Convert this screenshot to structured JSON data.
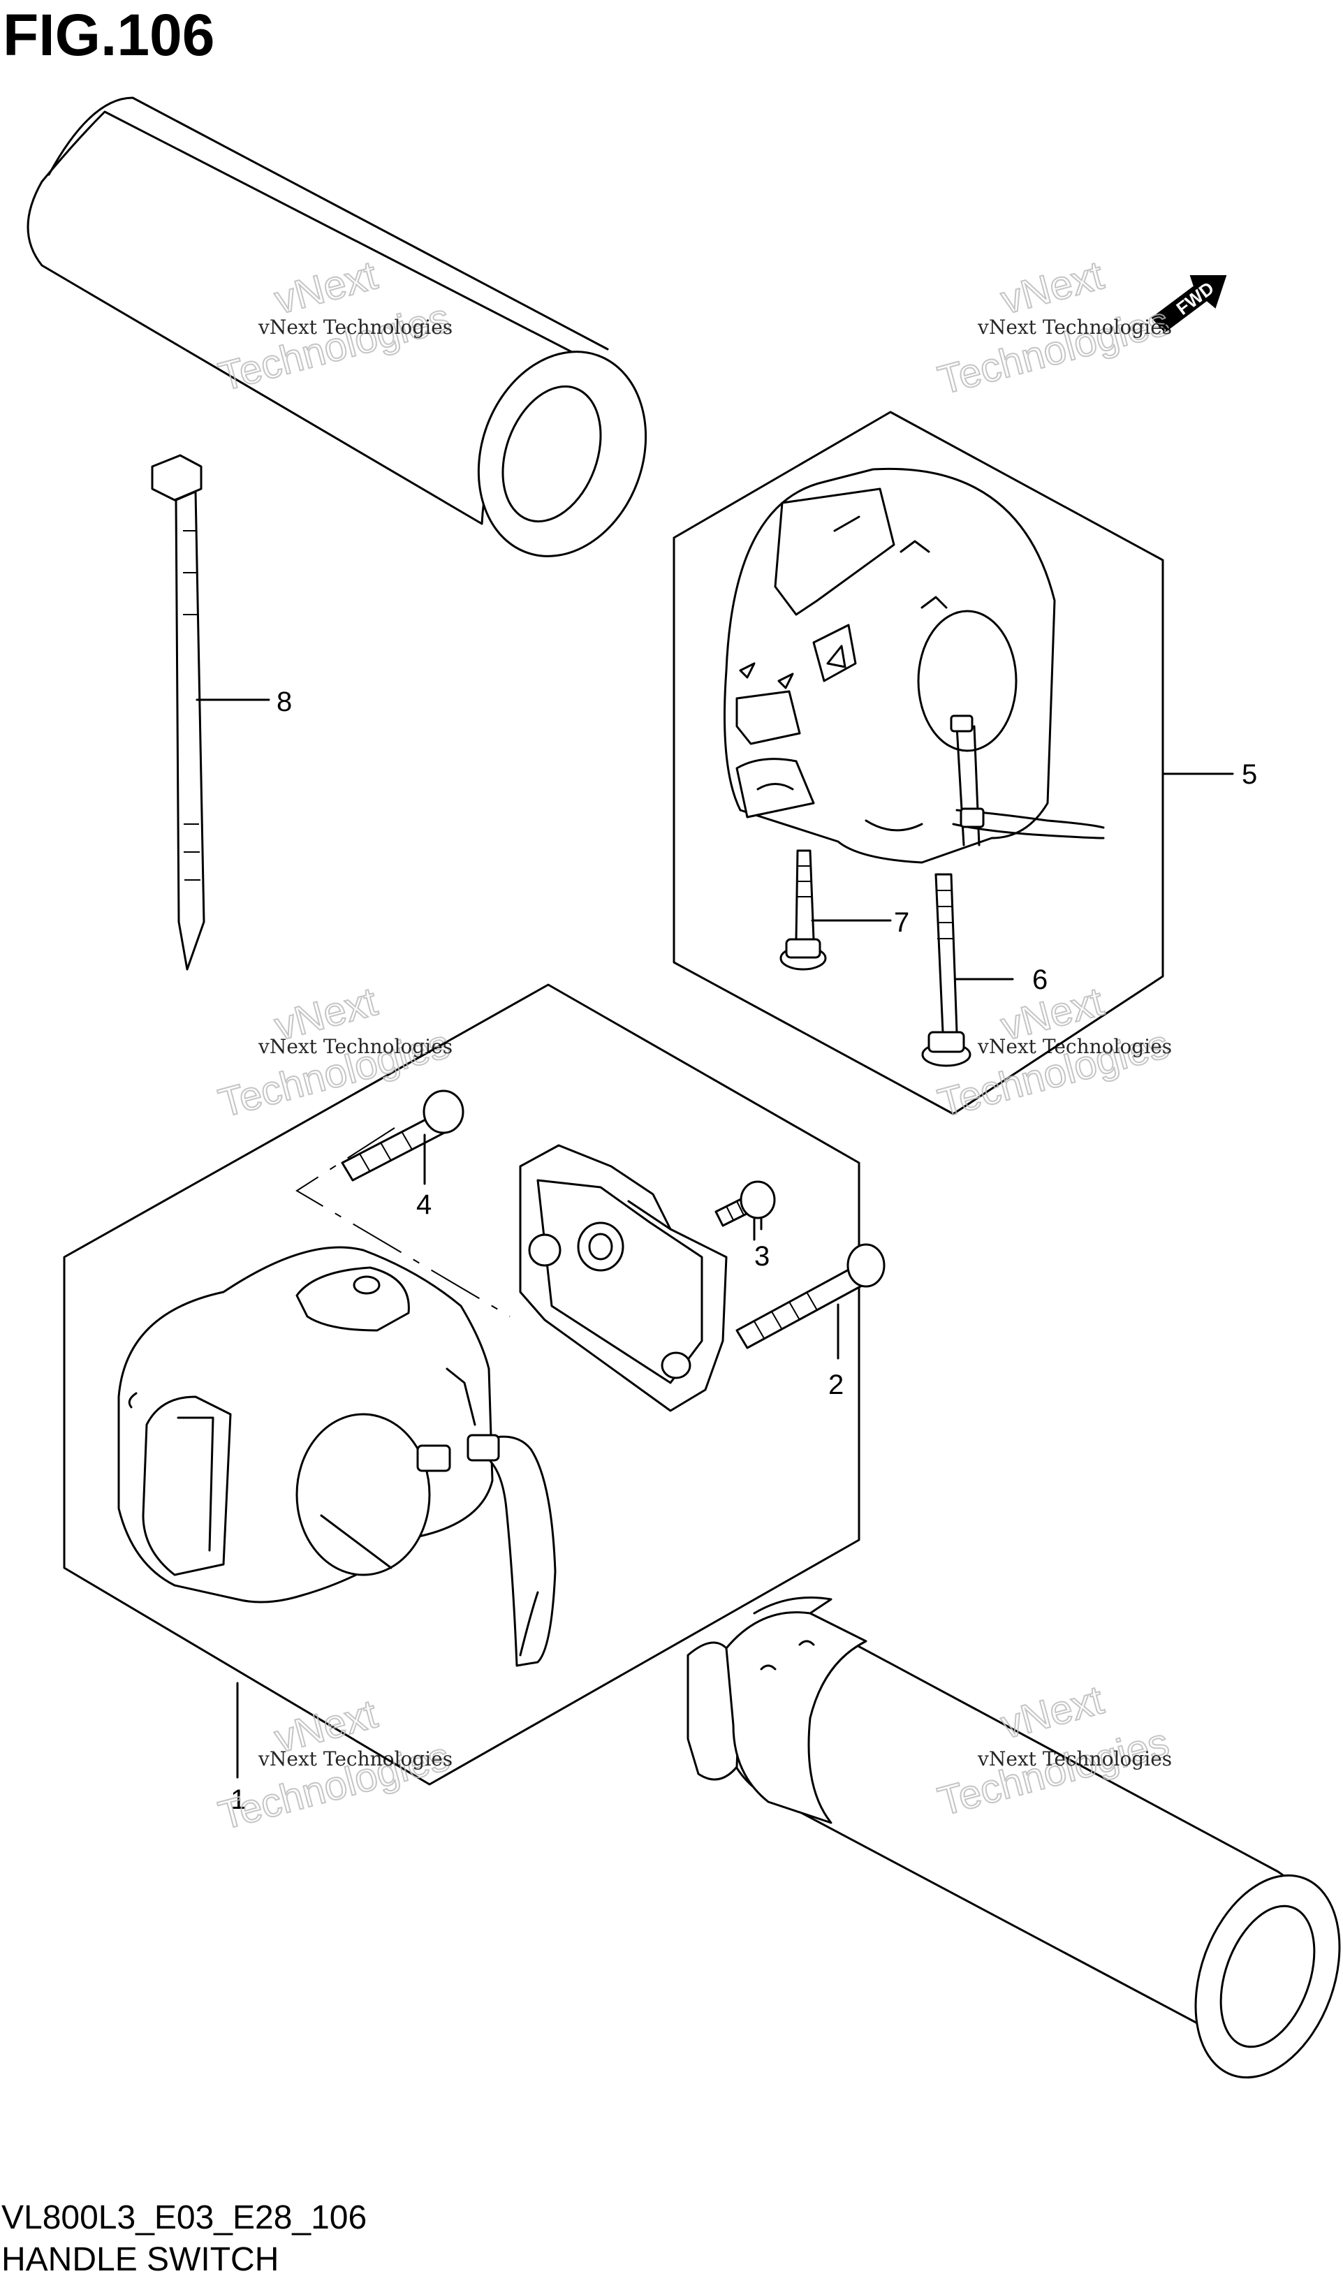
{
  "figure": {
    "title": "FIG.106",
    "code": "VL800L3_E03_E28_106",
    "caption": "HANDLE SWITCH"
  },
  "callouts": [
    "1",
    "2",
    "3",
    "4",
    "5",
    "6",
    "7",
    "8"
  ],
  "watermark": {
    "company": "vNext Technologies",
    "overlay_line1": "vNext",
    "overlay_line2": "Technologies"
  },
  "direction_badge": "FWD",
  "parts": [
    {
      "ref": "1",
      "name": "left-handle-switch-assembly"
    },
    {
      "ref": "2",
      "name": "long-screw"
    },
    {
      "ref": "3",
      "name": "short-screw"
    },
    {
      "ref": "4",
      "name": "screw"
    },
    {
      "ref": "5",
      "name": "right-handle-switch-assembly"
    },
    {
      "ref": "6",
      "name": "long-screw"
    },
    {
      "ref": "7",
      "name": "screw"
    },
    {
      "ref": "8",
      "name": "cable-tie"
    }
  ]
}
